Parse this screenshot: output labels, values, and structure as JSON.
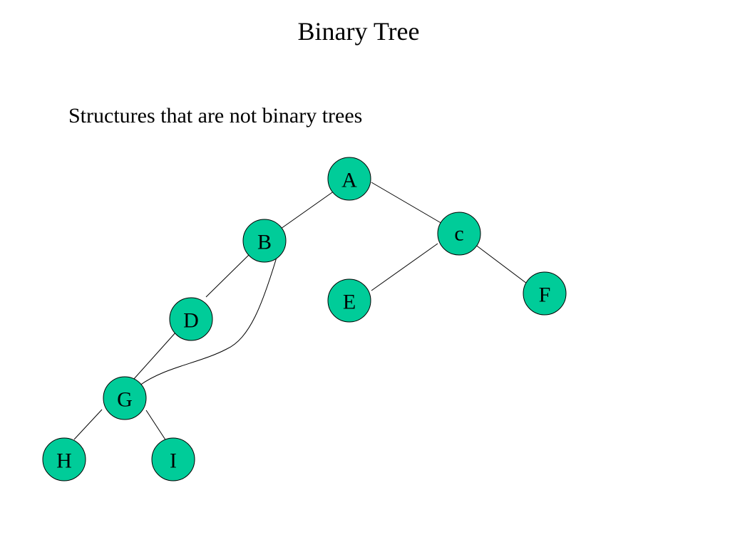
{
  "slide": {
    "title": "Binary Tree",
    "subtitle": "Structures that are not binary trees"
  },
  "diagram": {
    "node_color": "#00cc99",
    "nodes": [
      {
        "id": "A",
        "label": "A"
      },
      {
        "id": "B",
        "label": "B"
      },
      {
        "id": "C",
        "label": "c"
      },
      {
        "id": "D",
        "label": "D"
      },
      {
        "id": "E",
        "label": "E"
      },
      {
        "id": "F",
        "label": "F"
      },
      {
        "id": "G",
        "label": "G"
      },
      {
        "id": "H",
        "label": "H"
      },
      {
        "id": "I",
        "label": "I"
      }
    ],
    "edges": [
      {
        "from": "A",
        "to": "B"
      },
      {
        "from": "A",
        "to": "C"
      },
      {
        "from": "C",
        "to": "E"
      },
      {
        "from": "C",
        "to": "F"
      },
      {
        "from": "B",
        "to": "D"
      },
      {
        "from": "B",
        "to": "G"
      },
      {
        "from": "D",
        "to": "G"
      },
      {
        "from": "G",
        "to": "H"
      },
      {
        "from": "G",
        "to": "I"
      }
    ]
  }
}
